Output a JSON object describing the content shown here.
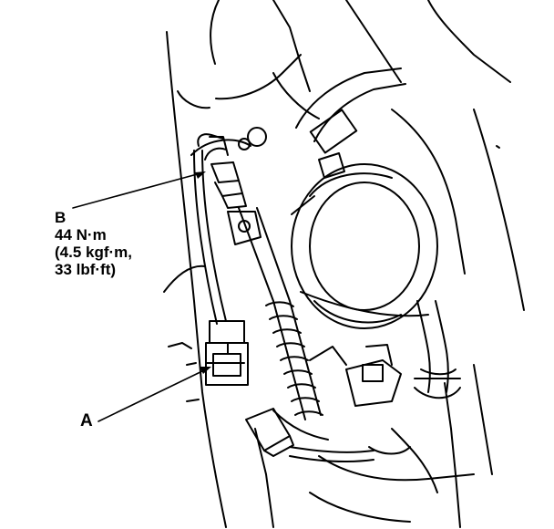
{
  "callouts": {
    "a": {
      "letter": "A"
    },
    "b": {
      "letter": "B",
      "torque_nm": "44 N·m",
      "torque_kgfm": "(4.5 kgf·m,",
      "torque_lbfft": "33 lbf·ft)"
    }
  },
  "colors": {
    "ink": "#000000",
    "paper": "#ffffff"
  }
}
